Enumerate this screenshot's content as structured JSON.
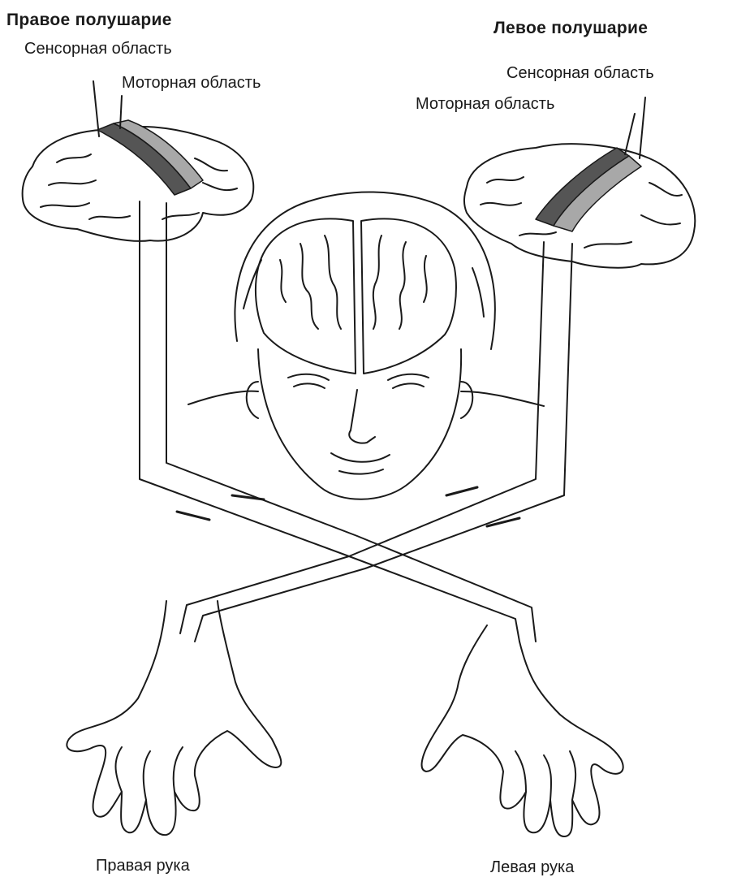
{
  "diagram": {
    "right_hemisphere": {
      "title": "Правое полушарие",
      "sensory_label": "Сенсорная область",
      "motor_label": "Моторная область"
    },
    "left_hemisphere": {
      "title": "Левое полушарие",
      "sensory_label": "Сенсорная область",
      "motor_label": "Моторная область"
    },
    "hands": {
      "right_label": "Правая рука",
      "left_label": "Левая рука"
    }
  }
}
